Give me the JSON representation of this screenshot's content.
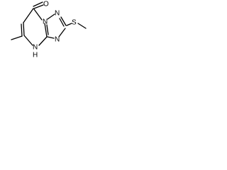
{
  "molecule": {
    "atoms": {
      "oxygen": "O",
      "nitrogen_1": "N",
      "nitrogen_2": "N",
      "nitrogen_3": "N",
      "sulfur": "S",
      "nitrogen_h": "N",
      "hydrogen": "H"
    }
  }
}
